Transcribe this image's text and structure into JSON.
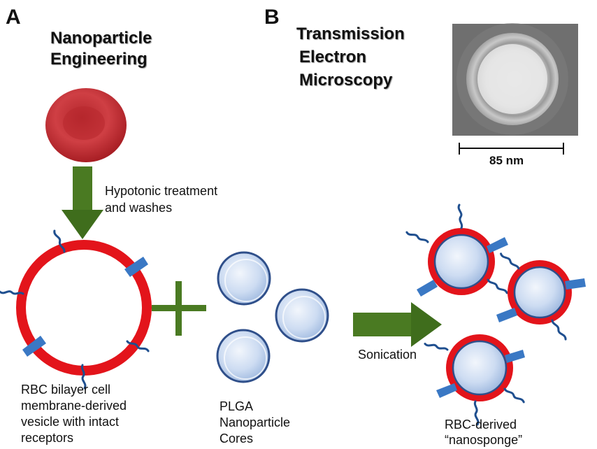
{
  "panels": {
    "a": {
      "letter": "A",
      "heading_line1": "Nanoparticle",
      "heading_line2": "Engineering",
      "step_line1": "Hypotonic treatment",
      "step_line2": "and washes",
      "vesicle_line1": "RBC bilayer cell",
      "vesicle_line2": "membrane-derived",
      "vesicle_line3": "vesicle with intact",
      "vesicle_line4": "receptors",
      "cores_line1": "PLGA",
      "cores_line2": "Nanoparticle",
      "cores_line3": "Cores",
      "sonication": "Sonication",
      "product_line1": "RBC-derived",
      "product_line2": "“nanosponge”"
    },
    "b": {
      "letter": "B",
      "heading_line1": "Transmission",
      "heading_line2": "Electron",
      "heading_line3": "Microscopy",
      "scale_bar": "85 nm"
    }
  },
  "colors": {
    "membrane_red": "#e3141b",
    "arrow_green": "#4a7a22",
    "receptor_blue": "#3a78c4",
    "core_blue": "#a9c6ea",
    "rbc_red": "#c8343a"
  }
}
